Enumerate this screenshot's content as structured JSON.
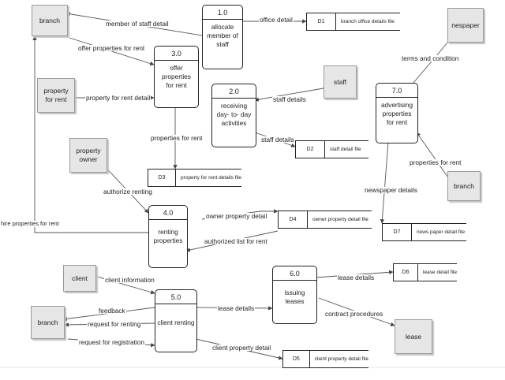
{
  "entities": {
    "branch_top": "branch",
    "property_for_rent": "property\nfor rent",
    "property_owner": "property\nowner",
    "client": "client",
    "branch_bottom": "branch",
    "nespaper": "nespaper",
    "staff": "staff",
    "branch_right": "branch",
    "lease": "lease"
  },
  "processes": {
    "p1": {
      "num": "1.0",
      "name": "allocate\nmember of\nstaff"
    },
    "p2": {
      "num": "2.0",
      "name": "receiving\nday- to- day\nactivities"
    },
    "p3": {
      "num": "3.0",
      "name": "offer\nproperties\nfor rent"
    },
    "p4": {
      "num": "4.0",
      "name": "renting\nproperties"
    },
    "p5": {
      "num": "5.0",
      "name": "client renting"
    },
    "p6": {
      "num": "6.0",
      "name": "issuing\nleases"
    },
    "p7": {
      "num": "7.0",
      "name": "advertising\nproperties\nfor rent"
    }
  },
  "datastores": {
    "d1": {
      "id": "D1",
      "name": "branch office details file"
    },
    "d2": {
      "id": "D2",
      "name": "staff detail file"
    },
    "d3": {
      "id": "D3",
      "name": "property for rent details file"
    },
    "d4": {
      "id": "D4",
      "name": "owner property detail file"
    },
    "d5": {
      "id": "D5",
      "name": "client property detail file"
    },
    "d6": {
      "id": "D6",
      "name": "lease detail file"
    },
    "d7": {
      "id": "D7",
      "name": "news paper detail file"
    }
  },
  "flows": {
    "member_of_staff_detail": "member of staff detail",
    "office_detail": "office detail",
    "offer_properties_for_rent": "offer properties for rent",
    "property_for_rent_detail": "property for rent detail",
    "properties_for_rent_left": "properties for rent",
    "staff_details_1": "staff details",
    "staff_details_2": "staff details",
    "authorize_renting": "authorize renting",
    "hire_properties_for_rent": "hire properties for rent",
    "owner_property_detail": "owner property detail",
    "authorized_list_for_rent": "authorized list for rent",
    "client_information": "client information",
    "feedback": "feedback",
    "request_for_renting": "request for renting",
    "request_for_registration": "request for registration",
    "client_property_detail": "client property detail",
    "lease_details_1": "lease details",
    "lease_details_2": "lease details",
    "contract_procedures": "contract procedures",
    "terms_and_condition": "terms and condition",
    "properties_for_rent_right": "properties for rent",
    "newspaper_details": "newspaper details"
  }
}
